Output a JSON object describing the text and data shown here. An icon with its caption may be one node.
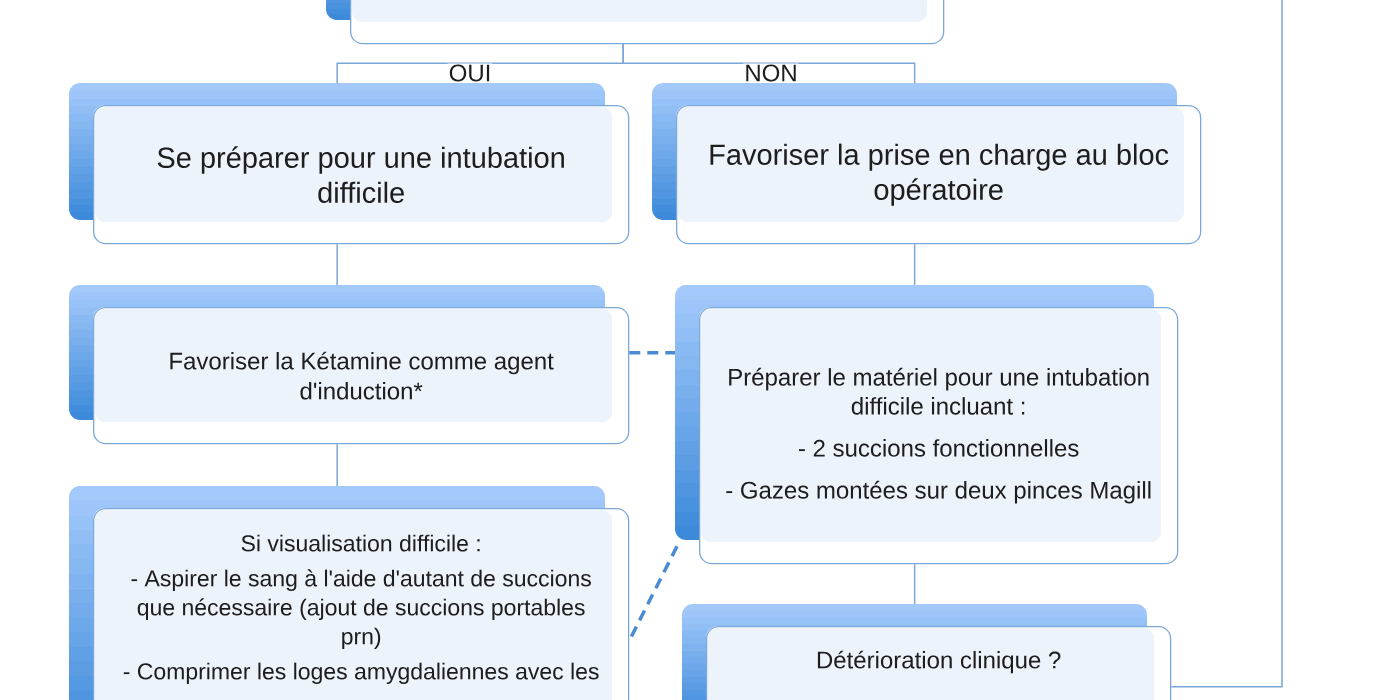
{
  "diagram": {
    "nodes": [
      {
        "text": [],
        "shape": "box"
      },
      {
        "text": [
          "Se préparer pour une intubation difficile"
        ]
      },
      {
        "text": [
          "Favoriser la prise en charge au bloc opératoire"
        ]
      },
      {
        "text": [
          "Favoriser la Kétamine comme agent d'induction*"
        ]
      },
      {
        "text": [
          "Préparer le matériel pour une intubation difficile incluant :",
          "- 2 succions fonctionnelles",
          "- Gazes montées sur deux pinces Magill"
        ]
      },
      {
        "text": [
          "Si visualisation difficile :",
          "- Aspirer le sang à l'aide d'autant de succions que nécessaire (ajout de succions portables prn)",
          "- Comprimer les loges amygdaliennes avec les"
        ]
      },
      {
        "text": [
          "Détérioration clinique ?"
        ]
      }
    ],
    "edges": [
      {
        "from": 0,
        "to": 1,
        "arrow": "none",
        "label": "OUI"
      },
      {
        "from": 0,
        "to": 2,
        "arrow": "none",
        "label": "NON"
      },
      {
        "from": 1,
        "to": 3,
        "arrow": "none"
      },
      {
        "from": 2,
        "to": 4,
        "arrow": "none"
      },
      {
        "from": 3,
        "to": 4,
        "arrow": "none",
        "style": "dashed",
        "color": "#4b8bd1"
      },
      {
        "from": 4,
        "to": 5,
        "arrow": "none",
        "style": "dashed",
        "color": "#4b8bd1"
      },
      {
        "from": 3,
        "to": 5,
        "arrow": "none"
      },
      {
        "from": 4,
        "to": 6,
        "arrow": "none"
      },
      {
        "from": 6,
        "to": null,
        "arrow": "none"
      }
    ]
  }
}
